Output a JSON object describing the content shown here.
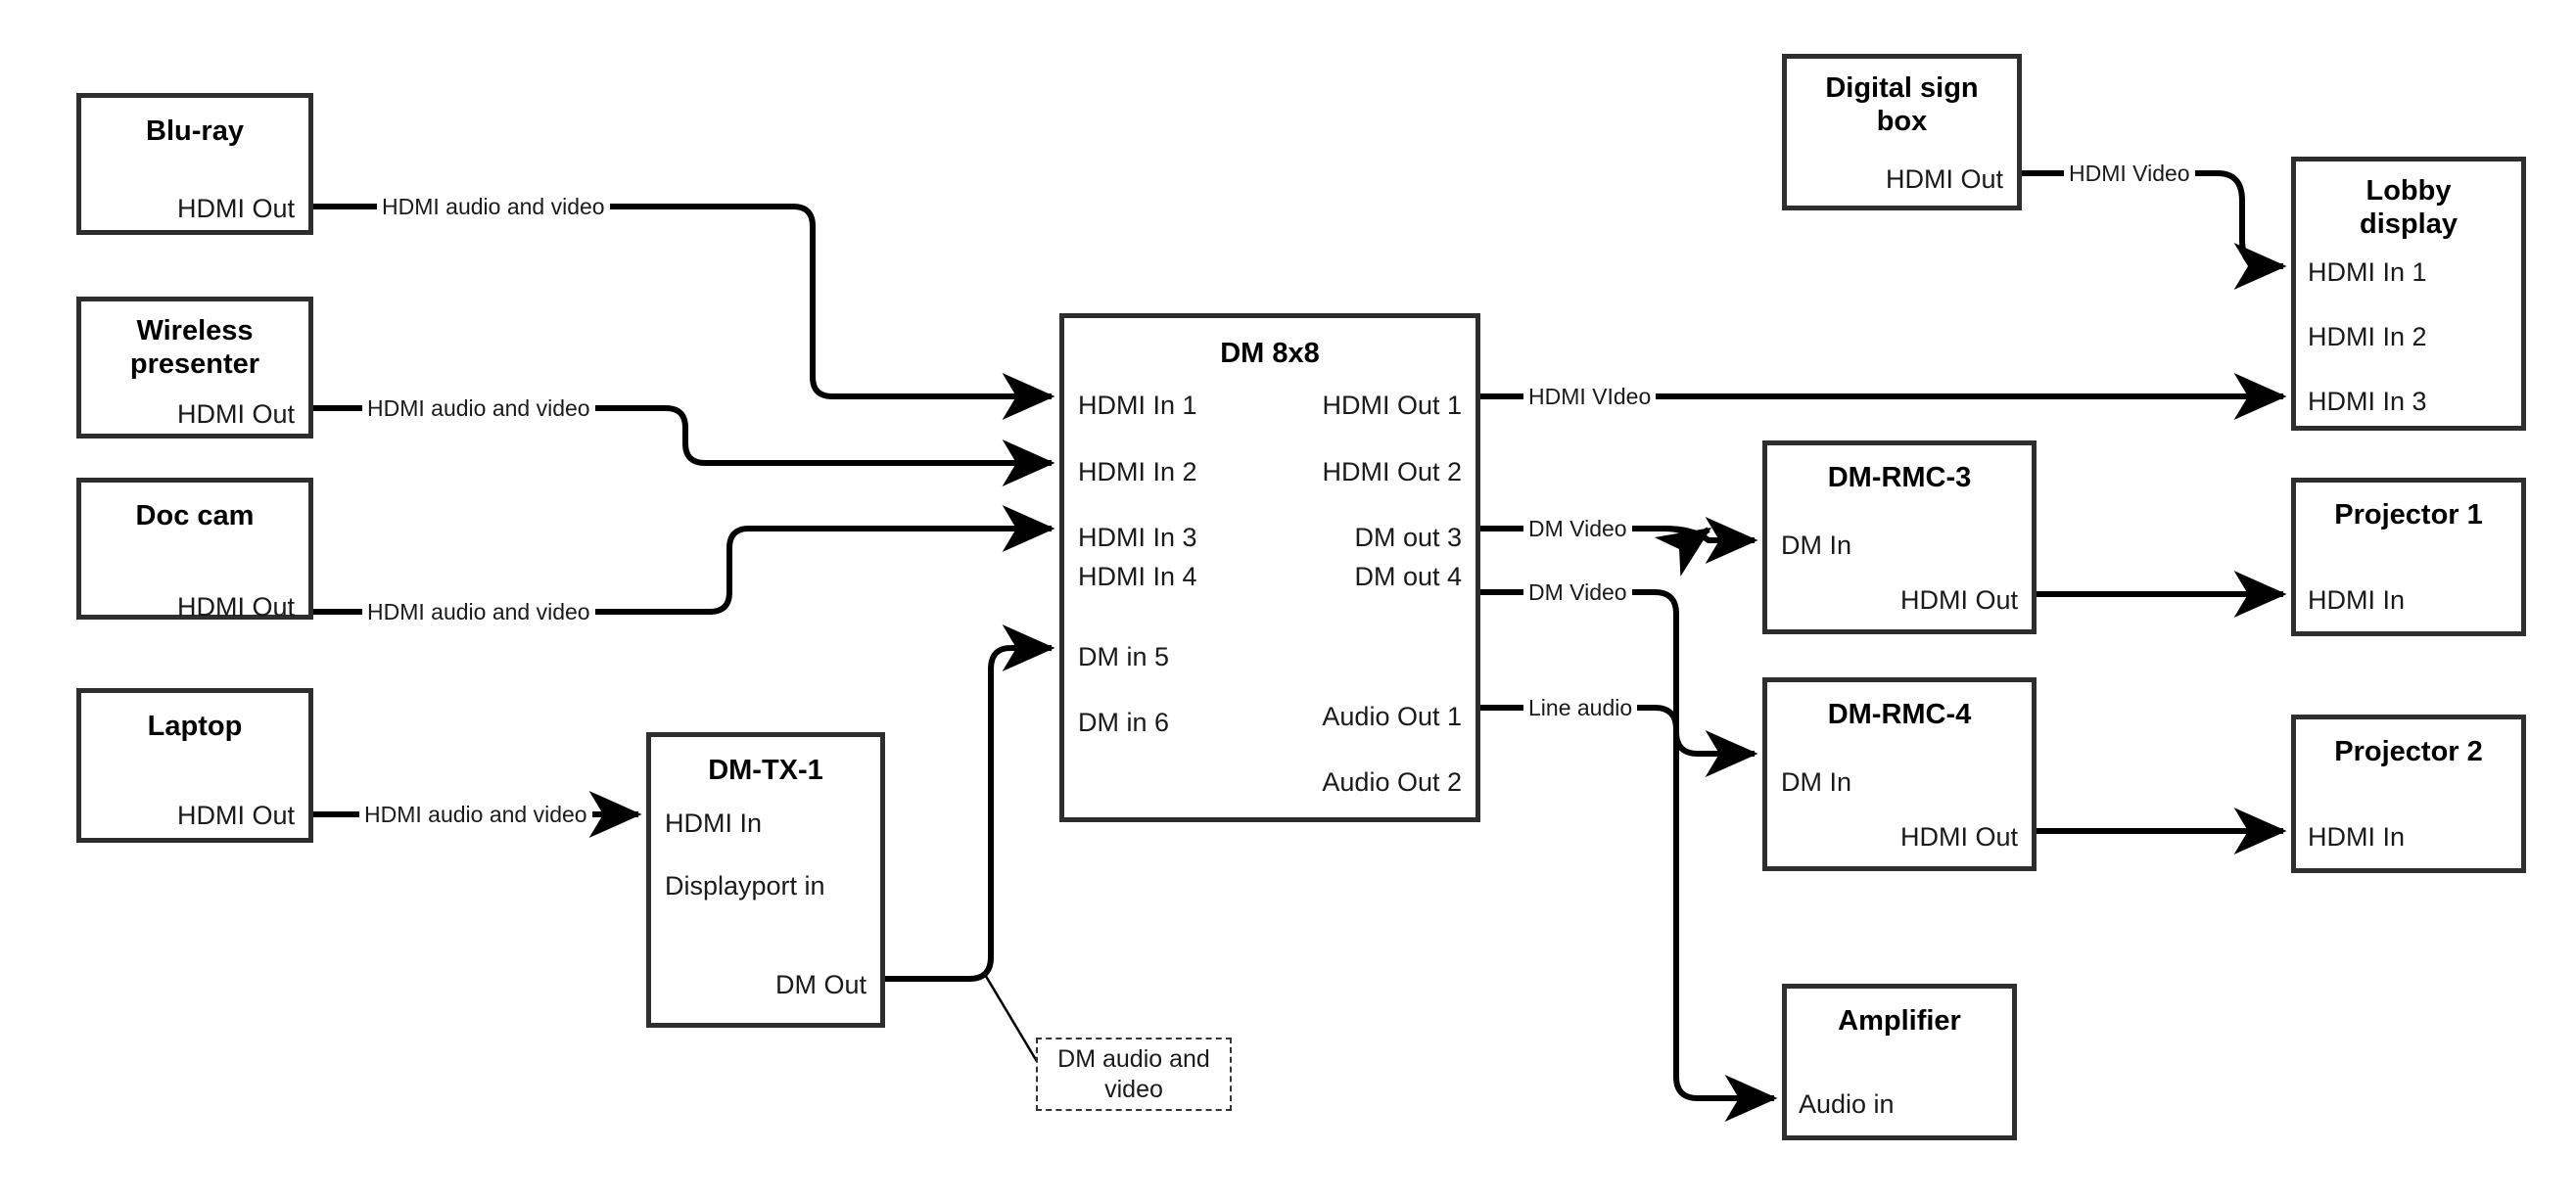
{
  "diagram": {
    "title": "AV signal flow diagram",
    "background_color": "#ffffff",
    "line_color": "#000000",
    "box_border_color": "#2e2e2e"
  },
  "nodes": {
    "bluray": {
      "title": "Blu-ray",
      "ports": {
        "hdmi_out": "HDMI Out"
      }
    },
    "wireless": {
      "title": "Wireless\npresenter",
      "ports": {
        "hdmi_out": "HDMI Out"
      }
    },
    "doccam": {
      "title": "Doc cam",
      "ports": {
        "hdmi_out": "HDMI Out"
      }
    },
    "laptop": {
      "title": "Laptop",
      "ports": {
        "hdmi_out": "HDMI Out"
      }
    },
    "dmtx1": {
      "title": "DM-TX-1",
      "ports": {
        "hdmi_in": "HDMI In",
        "displayport_in": "Displayport in",
        "dm_out": "DM Out"
      }
    },
    "dm8x8": {
      "title": "DM 8x8",
      "ports": {
        "in1": "HDMI In 1",
        "in2": "HDMI In 2",
        "in3": "HDMI In 3",
        "in4": "HDMI In 4",
        "in5": "DM in 5",
        "in6": "DM in 6",
        "out1": "HDMI Out 1",
        "out2": "HDMI Out 2",
        "out3": "DM out 3",
        "out4": "DM out 4",
        "aout1": "Audio Out 1",
        "aout2": "Audio Out 2"
      }
    },
    "signbox": {
      "title": "Digital sign\nbox",
      "ports": {
        "hdmi_out": "HDMI Out"
      }
    },
    "lobby": {
      "title": "Lobby\ndisplay",
      "ports": {
        "in1": "HDMI In 1",
        "in2": "HDMI In 2",
        "in3": "HDMI In 3"
      }
    },
    "rmc3": {
      "title": "DM-RMC-3",
      "ports": {
        "dm_in": "DM In",
        "hdmi_out": "HDMI Out"
      }
    },
    "rmc4": {
      "title": "DM-RMC-4",
      "ports": {
        "dm_in": "DM In",
        "hdmi_out": "HDMI Out"
      }
    },
    "projector1": {
      "title": "Projector 1",
      "ports": {
        "hdmi_in": "HDMI In"
      }
    },
    "projector2": {
      "title": "Projector 2",
      "ports": {
        "hdmi_in": "HDMI In"
      }
    },
    "amplifier": {
      "title": "Amplifier",
      "ports": {
        "audio_in": "Audio in"
      }
    }
  },
  "link_labels": {
    "bluray_to_in1": "HDMI audio and video",
    "wireless_to_in2": "HDMI audio and video",
    "doccam_to_in3": "HDMI audio and video",
    "laptop_to_tx": "HDMI audio and video",
    "out1_to_lobby3": "HDMI VIdeo",
    "signbox_to_lobby1": "HDMI Video",
    "out3_to_rmc3": "DM Video",
    "out4_to_rmc4": "DM Video",
    "aout1_to_amp": "Line audio"
  },
  "callout": {
    "dm_audio_video": "DM audio and video"
  }
}
